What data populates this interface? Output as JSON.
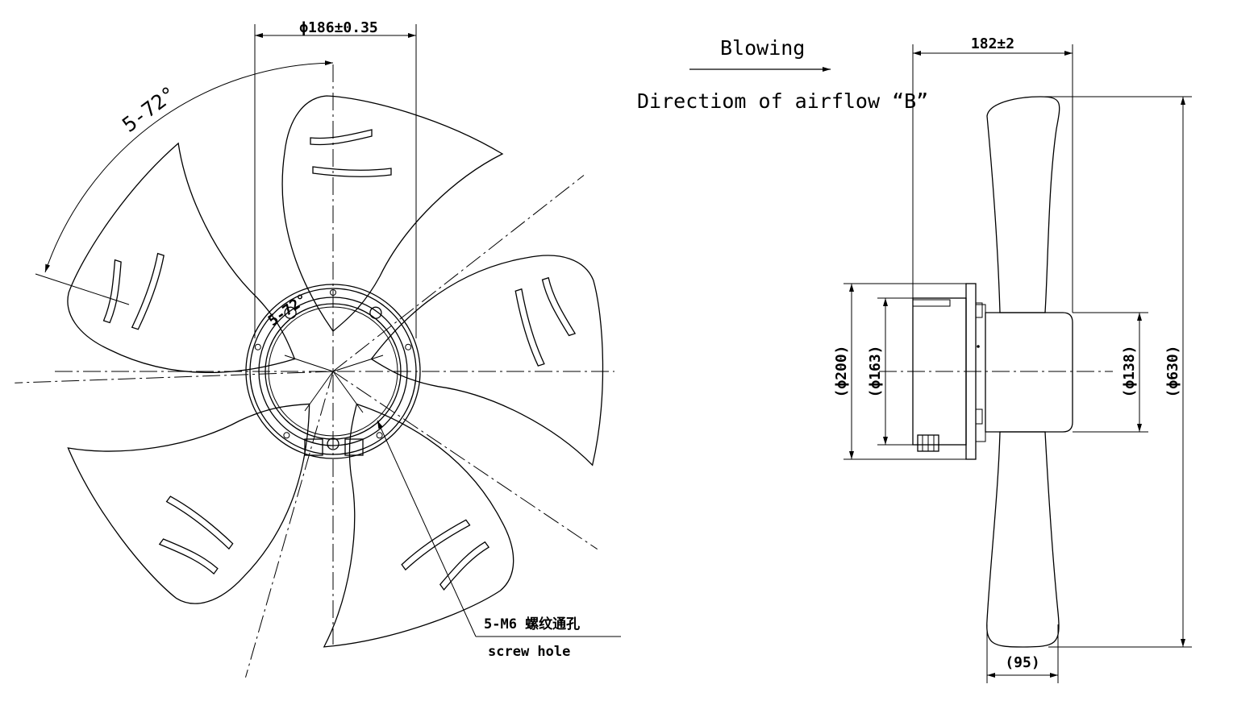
{
  "front_view": {
    "dim_mounting_circle": "ϕ186±0.35",
    "dim_blade_angle": "5-72°",
    "dim_hole_angle": "5-72°",
    "screw_note_cn": "5-M6 螺纹通孔",
    "screw_note_en": "screw hole"
  },
  "side_view": {
    "blowing_label": "Blowing",
    "airflow_label": "Directiom of airflow “B”",
    "dim_depth": "182±2",
    "dim_flange": "(ϕ200)",
    "dim_housing": "(ϕ163)",
    "dim_hub": "(ϕ138)",
    "dim_fan": "(ϕ630)",
    "dim_blade_width": "(95)"
  }
}
